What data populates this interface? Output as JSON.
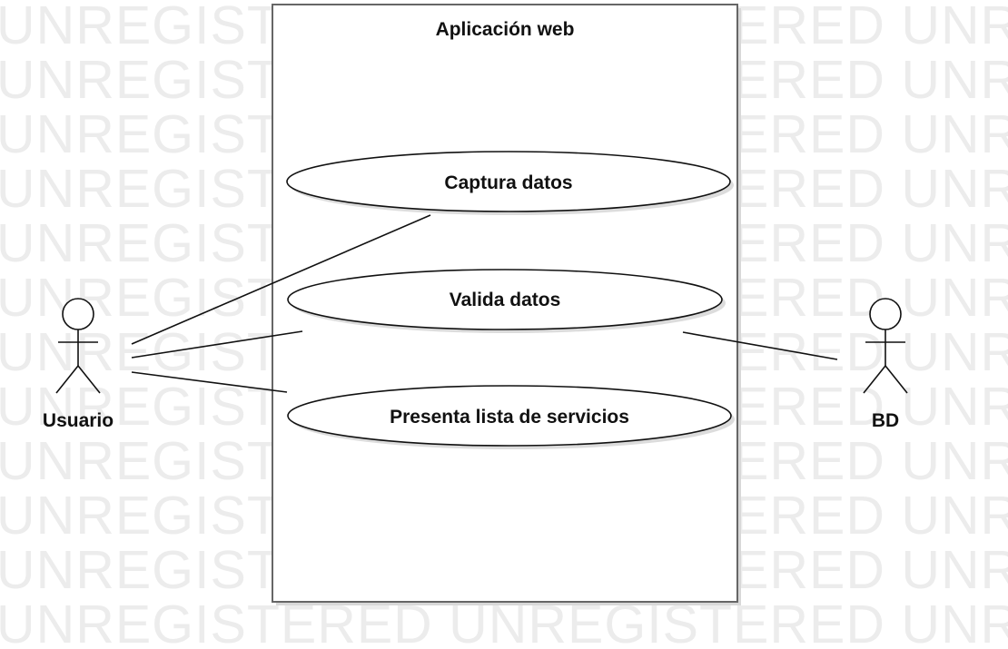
{
  "watermark": {
    "text": "UNREGISTERED UNREGISTERED UNREGISTERED"
  },
  "diagram": {
    "system_boundary": {
      "title": "Aplicación web"
    },
    "use_cases": [
      {
        "label": "Captura datos"
      },
      {
        "label": "Valida datos"
      },
      {
        "label": "Presenta lista de servicios"
      }
    ],
    "actors": [
      {
        "name": "Usuario"
      },
      {
        "name": "BD"
      }
    ],
    "associations": [
      {
        "from": "Usuario",
        "to": "Captura datos"
      },
      {
        "from": "Usuario",
        "to": "Valida datos"
      },
      {
        "from": "Usuario",
        "to": "Presenta lista de servicios"
      },
      {
        "from": "BD",
        "to": "Valida datos"
      }
    ]
  }
}
